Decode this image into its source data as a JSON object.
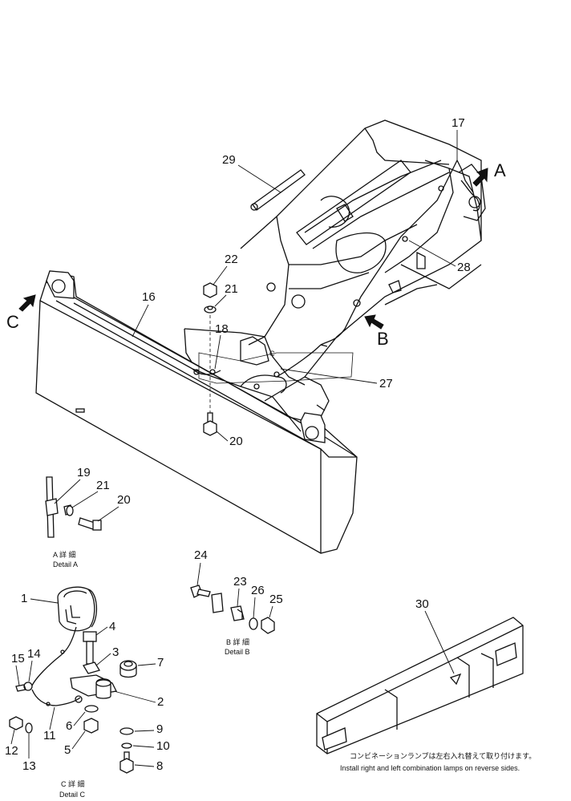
{
  "callouts": {
    "n1": "1",
    "n2": "2",
    "n3": "3",
    "n4": "4",
    "n5": "5",
    "n6": "6",
    "n7": "7",
    "n8": "8",
    "n9": "9",
    "n10": "10",
    "n11": "11",
    "n12": "12",
    "n13": "13",
    "n14": "14",
    "n15": "15",
    "n16": "16",
    "n17": "17",
    "n18": "18",
    "n19": "19",
    "n20a": "20",
    "n20b": "20",
    "n21a": "21",
    "n21b": "21",
    "n22": "22",
    "n23": "23",
    "n24": "24",
    "n25": "25",
    "n26": "26",
    "n27": "27",
    "n28": "28",
    "n29": "29",
    "n30": "30"
  },
  "views": {
    "a": "A",
    "b": "B",
    "c": "C"
  },
  "details": {
    "a_jp": "A 詳 細",
    "a_en": "Detail A",
    "b_jp": "B 詳 細",
    "b_en": "Detail B",
    "c_jp": "C 詳 細",
    "c_en": "Detail C"
  },
  "note": {
    "jp": "コンビネーションランプは左右入れ替えて取り付けます。",
    "en": "Install right and left combination lamps on reverse sides."
  }
}
